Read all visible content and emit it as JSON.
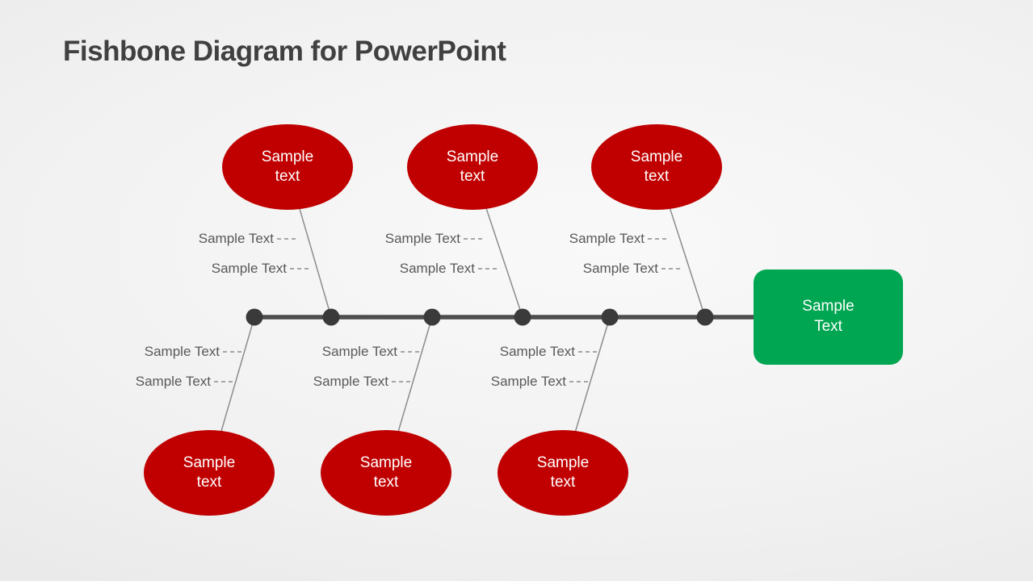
{
  "title": "Fishbone Diagram for PowerPoint",
  "head": {
    "line1": "Sample",
    "line2": "Text"
  },
  "cause_bubbles": {
    "top": [
      {
        "line1": "Sample",
        "line2": "text"
      },
      {
        "line1": "Sample",
        "line2": "text"
      },
      {
        "line1": "Sample",
        "line2": "text"
      }
    ],
    "bottom": [
      {
        "line1": "Sample",
        "line2": "text"
      },
      {
        "line1": "Sample",
        "line2": "text"
      },
      {
        "line1": "Sample",
        "line2": "text"
      }
    ]
  },
  "spine_labels": {
    "top": [
      {
        "row1": "Sample Text",
        "row2": "Sample Text"
      },
      {
        "row1": "Sample Text",
        "row2": "Sample Text"
      },
      {
        "row1": "Sample Text",
        "row2": "Sample Text"
      }
    ],
    "bottom": [
      {
        "row1": "Sample Text",
        "row2": "Sample Text"
      },
      {
        "row1": "Sample Text",
        "row2": "Sample Text"
      },
      {
        "row1": "Sample Text",
        "row2": "Sample Text"
      }
    ]
  },
  "colors": {
    "cause_fill": "#C00000",
    "effect_fill": "#00A651",
    "spine": "#4D4D4D",
    "node_dot": "#3A3A3A",
    "bone_line": "#8C8C8C",
    "label_text": "#595959",
    "title_text": "#404040"
  }
}
